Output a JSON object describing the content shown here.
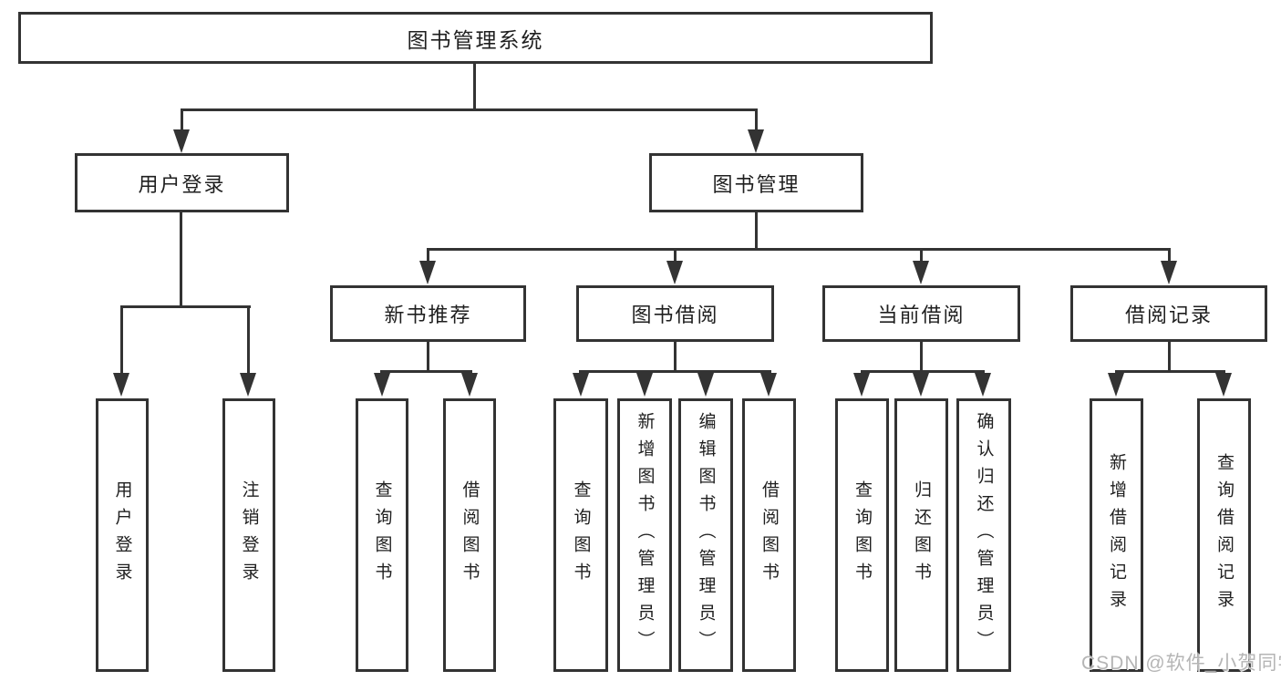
{
  "diagram": {
    "title": {
      "label": "图书管理系统"
    },
    "level2": [
      {
        "id": "user-login",
        "label": "用户登录"
      },
      {
        "id": "book-management",
        "label": "图书管理"
      }
    ],
    "level3": [
      {
        "id": "new-book-recommend",
        "parent": "图书管理",
        "label": "新书推荐"
      },
      {
        "id": "book-borrowing",
        "parent": "图书管理",
        "label": "图书借阅"
      },
      {
        "id": "current-borrowing",
        "parent": "图书管理",
        "label": "当前借阅"
      },
      {
        "id": "borrowing-records",
        "parent": "图书管理",
        "label": "借阅记录"
      }
    ],
    "leaves": [
      {
        "parent": "用户登录",
        "label": "用户登录"
      },
      {
        "parent": "用户登录",
        "label": "注销登录"
      },
      {
        "parent": "新书推荐",
        "label": "查询图书"
      },
      {
        "parent": "新书推荐",
        "label": "借阅图书"
      },
      {
        "parent": "图书借阅",
        "label": "查询图书"
      },
      {
        "parent": "图书借阅",
        "label": "新增图书（管理员）"
      },
      {
        "parent": "图书借阅",
        "label": "编辑图书（管理员）"
      },
      {
        "parent": "图书借阅",
        "label": "借阅图书"
      },
      {
        "parent": "当前借阅",
        "label": "查询图书"
      },
      {
        "parent": "当前借阅",
        "label": "归还图书"
      },
      {
        "parent": "当前借阅",
        "label": "确认归还（管理员）"
      },
      {
        "parent": "借阅记录",
        "label": "新增借阅记录"
      },
      {
        "parent": "借阅记录",
        "label": "查询借阅记录"
      }
    ]
  },
  "watermark": {
    "text": "CSDN @软件_小贺同学"
  },
  "colors": {
    "line": "#333333",
    "text": "#1f1f1f",
    "background": "#ffffff",
    "watermark": "#b5b5b5"
  }
}
